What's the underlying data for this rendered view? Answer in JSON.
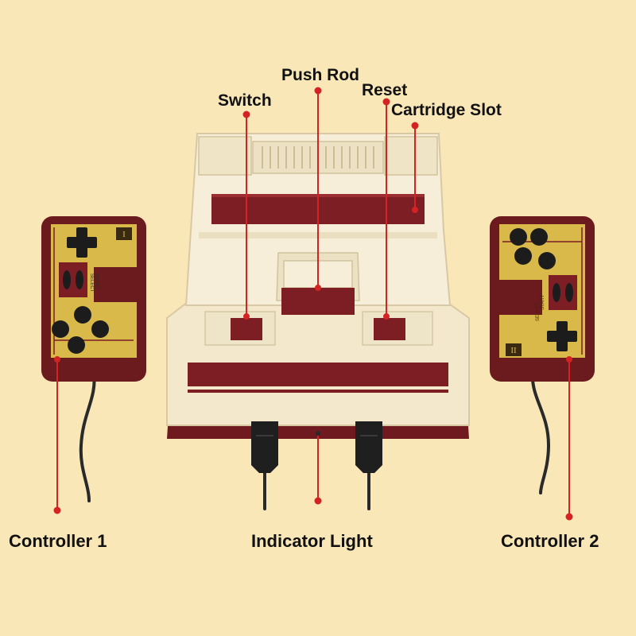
{
  "colors": {
    "background": "#fae7b8",
    "console_body": "#f4ead0",
    "console_shadow": "#d9cba8",
    "maroon": "#7a1d22",
    "controller_gold": "#d8b94a",
    "button_black": "#1c1c1c",
    "callout": "#d42323"
  },
  "labels": {
    "push_rod": "Push Rod",
    "reset": "Reset",
    "switch": "Switch",
    "cartridge_slot": "Cartridge Slot",
    "controller_1": "Controller 1",
    "indicator_light": "Indicator Light",
    "controller_2": "Controller 2"
  },
  "controller_1": {
    "badge": "I",
    "select_label": "SELECT",
    "start_label": "START"
  },
  "controller_2": {
    "badge": "II",
    "select_label": "SELECT",
    "start_label": "START"
  }
}
